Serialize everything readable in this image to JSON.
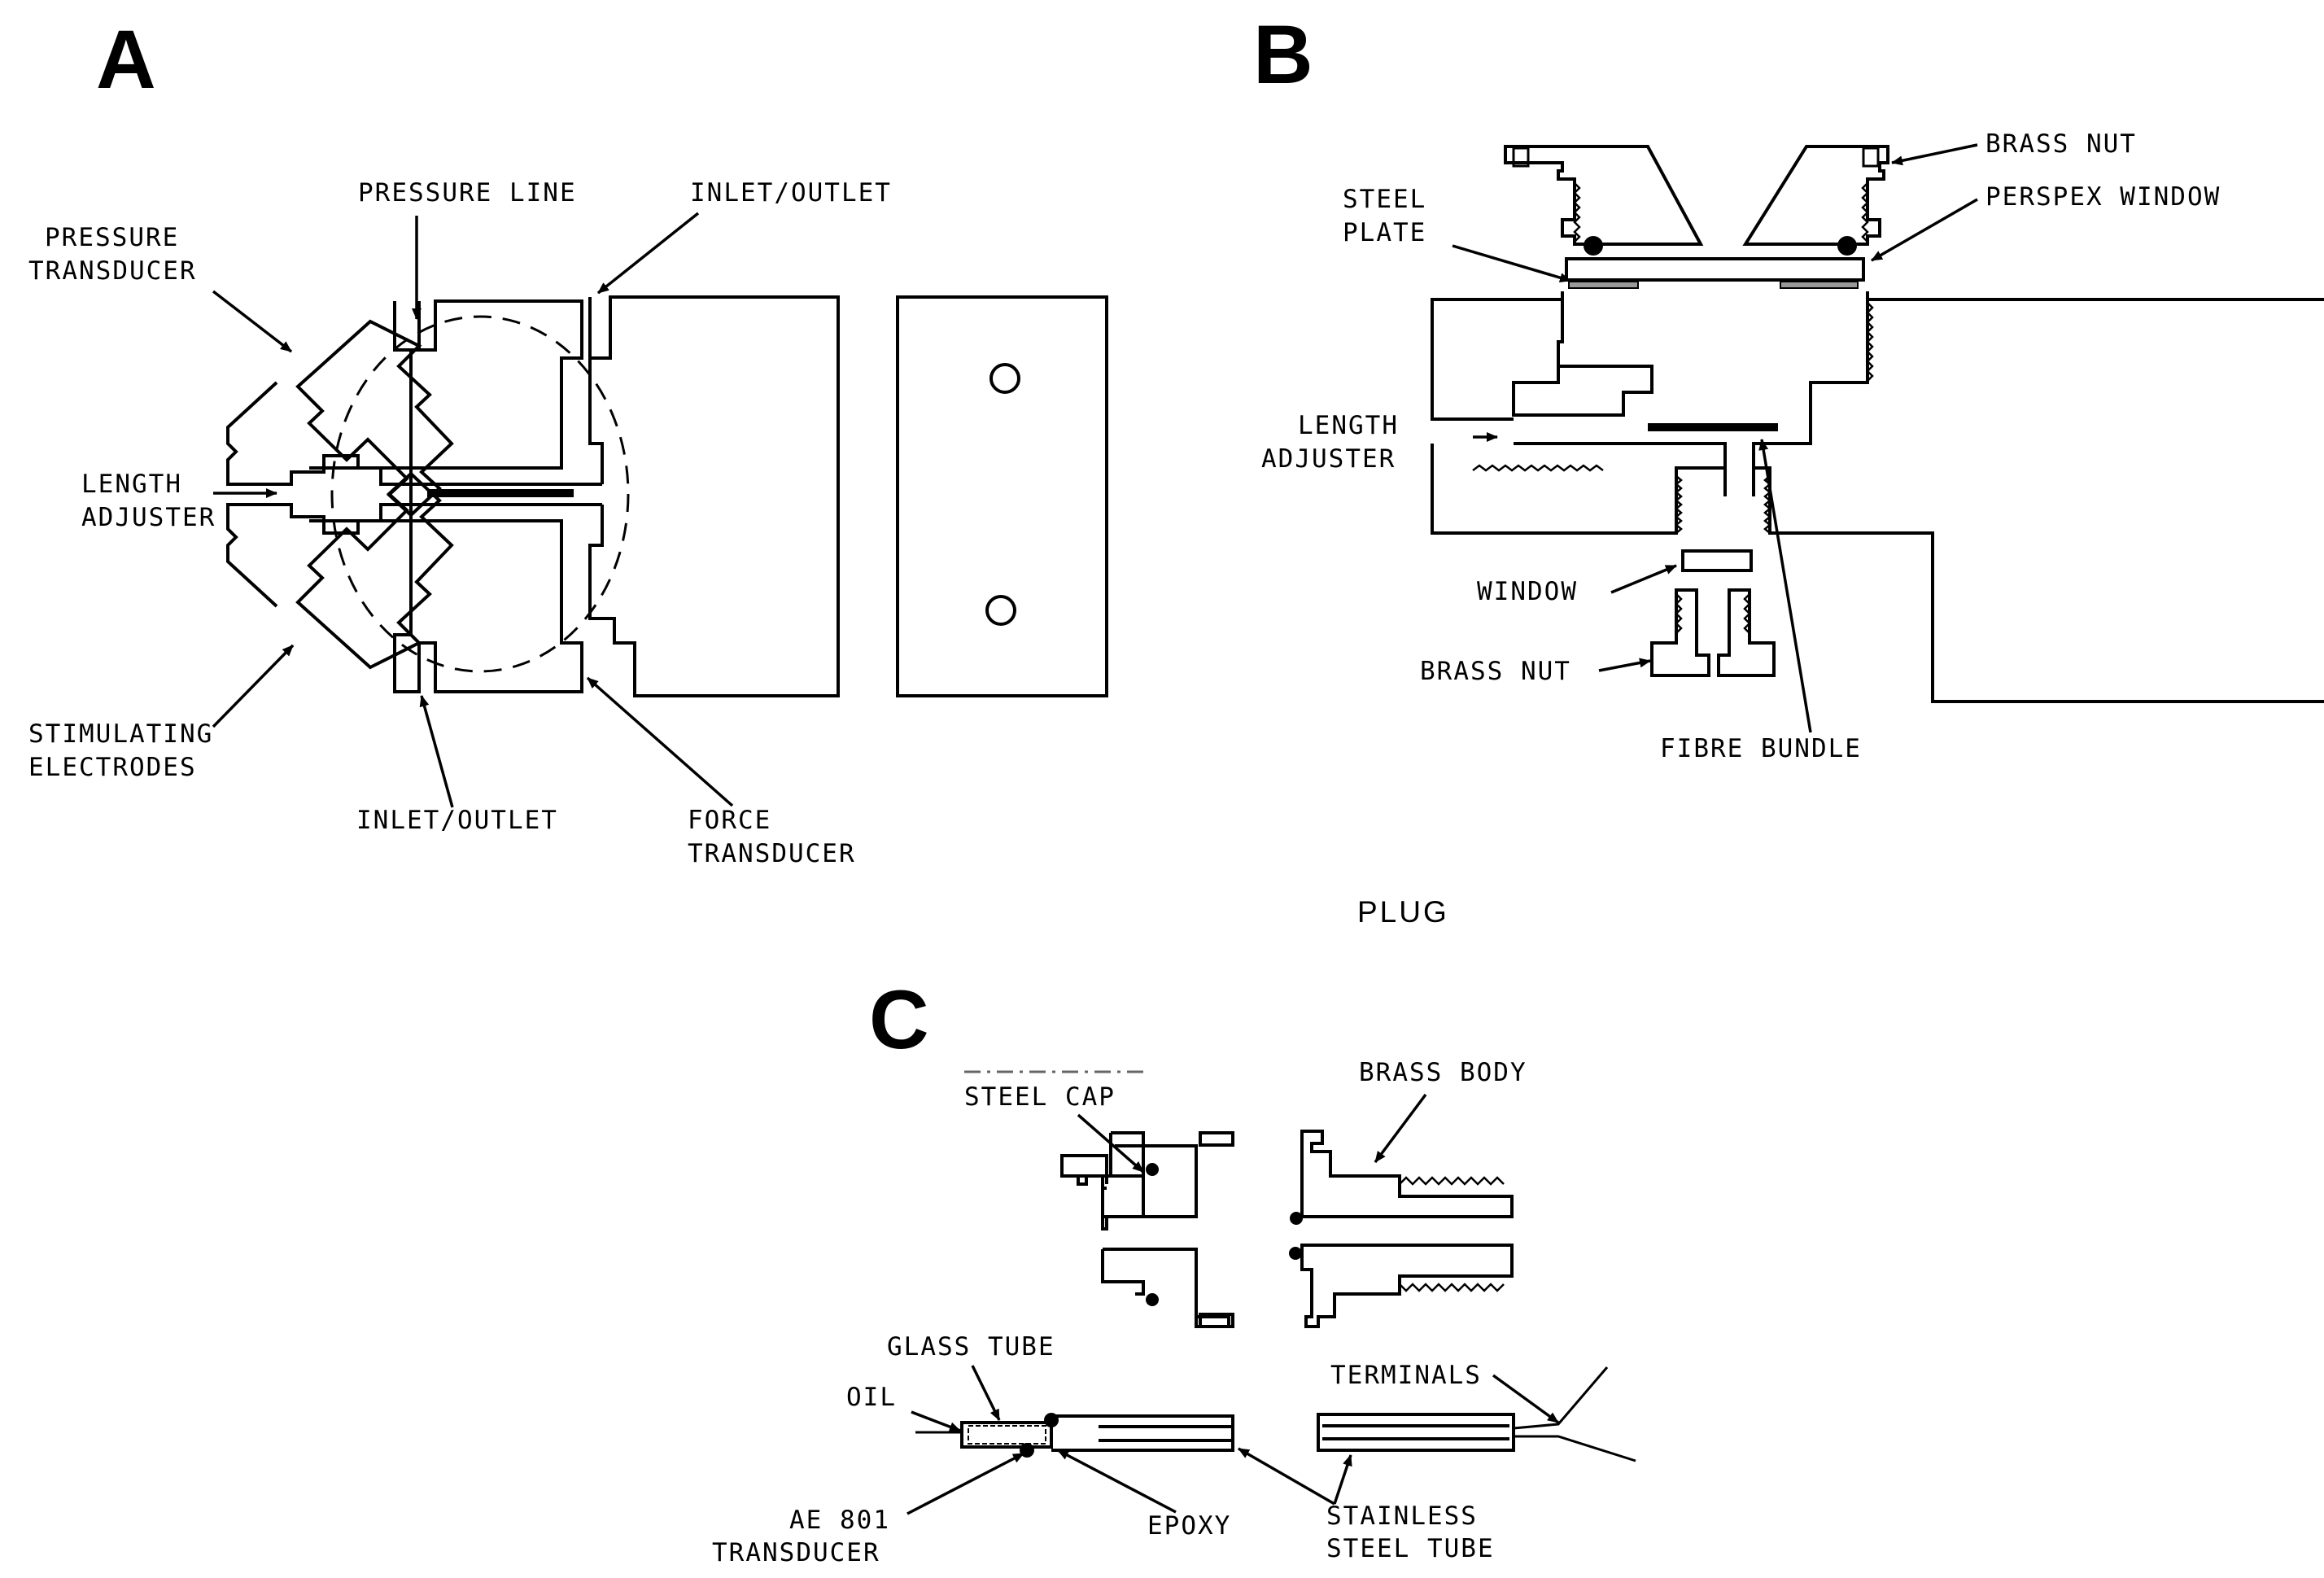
{
  "panels": {
    "a": {
      "letter": "A",
      "labels": {
        "pressure_line": "PRESSURE LINE",
        "inlet_outlet_top": "INLET/OUTLET",
        "pressure_transducer_1": "PRESSURE",
        "pressure_transducer_2": "TRANSDUCER",
        "length_adjuster_1": "LENGTH",
        "length_adjuster_2": "ADJUSTER",
        "stimulating_electrodes_1": "STIMULATING",
        "stimulating_electrodes_2": "ELECTRODES",
        "inlet_outlet_bottom": "INLET/OUTLET",
        "force_transducer_1": "FORCE",
        "force_transducer_2": "TRANSDUCER"
      }
    },
    "b": {
      "letter": "B",
      "labels": {
        "brass_nut_top": "BRASS NUT",
        "perspex_window": "PERSPEX WINDOW",
        "steel_plate_1": "STEEL",
        "steel_plate_2": "PLATE",
        "length_adjuster_1": "LENGTH",
        "length_adjuster_2": "ADJUSTER",
        "window": "WINDOW",
        "brass_nut_bottom": "BRASS NUT",
        "fibre_bundle": "FIBRE BUNDLE"
      },
      "caption": "PLUG"
    },
    "c": {
      "letter": "C",
      "labels": {
        "steel_cap": "STEEL CAP",
        "brass_body": "BRASS BODY",
        "glass_tube": "GLASS TUBE",
        "oil": "OIL",
        "terminals": "TERMINALS",
        "ae801_transducer_1": "AE 801",
        "ae801_transducer_2": "TRANSDUCER",
        "epoxy": "EPOXY",
        "stainless_steel_tube_1": "STAINLESS",
        "stainless_steel_tube_2": "STEEL TUBE"
      }
    }
  }
}
